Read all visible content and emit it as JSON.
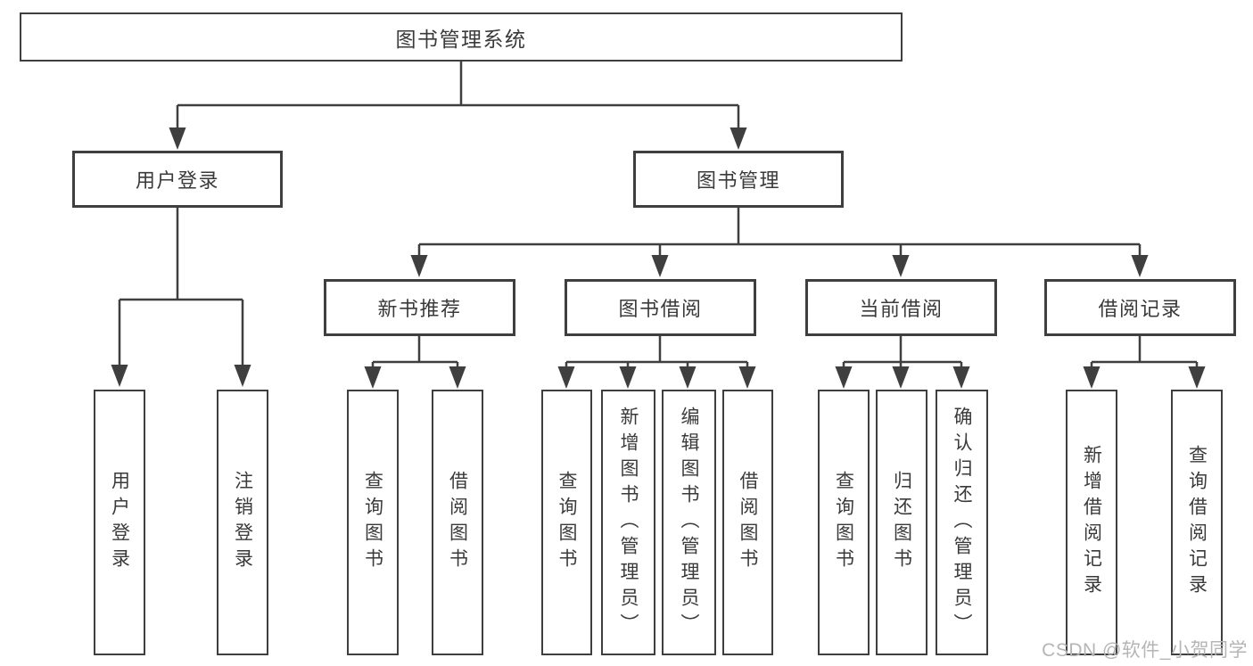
{
  "diagram": {
    "root": "图书管理系统",
    "branches": {
      "user_login": "用户登录",
      "book_mgmt": "图书管理"
    },
    "modules": [
      "新书推荐",
      "图书借阅",
      "当前借阅",
      "借阅记录"
    ],
    "leaves": {
      "user_login": [
        "用户登录",
        "注销登录"
      ],
      "new_books": [
        "查询图书",
        "借阅图书"
      ],
      "book_borrow": [
        "查询图书",
        "新增图书（管理员）",
        "编辑图书（管理员）",
        "借阅图书"
      ],
      "current_borrow": [
        "查询图书",
        "归还图书",
        "确认归还（管理员）"
      ],
      "borrow_records": [
        "新增借阅记录",
        "查询借阅记录"
      ]
    }
  },
  "watermark": "CSDN @软件_小贺同学",
  "colors": {
    "line": "#3f3f3f",
    "text": "#3a3a3a",
    "box_background": "#ffffff",
    "watermark": "#b5b5b5",
    "page_background": "#ffffff"
  }
}
